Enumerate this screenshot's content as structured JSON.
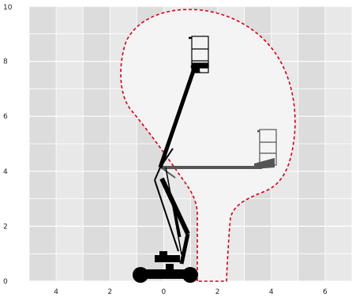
{
  "chart_data": {
    "type": "diagram",
    "title": "",
    "xlabel": "",
    "ylabel": "",
    "x_ticks": [
      "4",
      "2",
      "0",
      "2",
      "4",
      "6"
    ],
    "y_ticks": [
      "0",
      "2",
      "4",
      "6",
      "8",
      "10"
    ],
    "x_range": [
      -5,
      7
    ],
    "y_range": [
      0,
      10
    ],
    "grid": true,
    "colors": {
      "background_band_dark": "#dcdcdc",
      "background_band_light": "#e8e8e8",
      "grid": "#ffffff",
      "envelope_fill": "#f3f3f3",
      "envelope_stroke": "#d0021b",
      "boom_max_height": "#000000",
      "boom_max_outreach": "#555555"
    },
    "icons": [
      "working-envelope",
      "base-chassis-icon",
      "boom-at-max-height",
      "basket-at-max-height",
      "boom-at-max-outreach",
      "basket-at-max-outreach"
    ]
  }
}
